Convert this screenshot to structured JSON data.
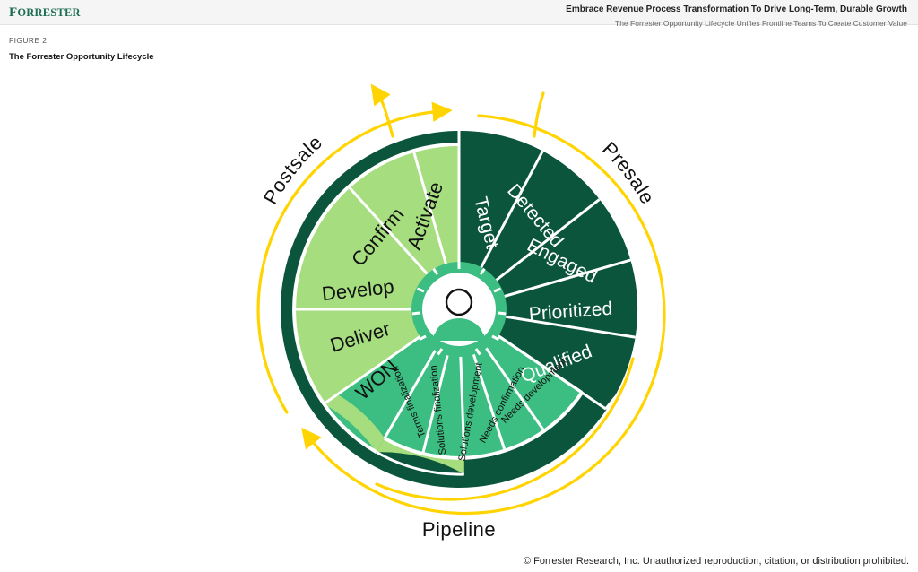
{
  "header": {
    "logo_text": "FORRESTER",
    "report_title": "Embrace Revenue Process Transformation To Drive Long-Term, Durable Growth",
    "report_subtitle": "The Forrester Opportunity Lifecycle Unifies Frontline Teams To Create Customer Value"
  },
  "figure": {
    "number": "FIGURE 2",
    "title": "The Forrester Opportunity Lifecycle"
  },
  "footer": {
    "copyright": "© Forrester Research, Inc. Unauthorized reproduction, citation, or distribution prohibited."
  },
  "colors": {
    "dark_green": "#0c553d",
    "mid_green": "#3cbe82",
    "light_green": "#a5dd7f",
    "yellow": "#ffd400",
    "white": "#ffffff",
    "brand_green": "#1d6f53",
    "header_bg": "#f5f5f5"
  },
  "chart_data": {
    "type": "pie",
    "title": "The Forrester Opportunity Lifecycle",
    "center_icon": "person-icon",
    "bands": [
      {
        "id": "presale",
        "label": "Presale",
        "color": "#0c553d",
        "arc_deg": [
          -90,
          90
        ],
        "text_color": "#ffffff"
      },
      {
        "id": "pipeline",
        "label": "Pipeline",
        "color": "#3cbe82",
        "arc_deg": [
          90,
          205
        ],
        "text_color": "#111111"
      },
      {
        "id": "postsale",
        "label": "Postsale",
        "color": "#a5dd7f",
        "arc_deg": [
          205,
          270
        ],
        "text_color": "#111111"
      }
    ],
    "segments": [
      {
        "label": "Target",
        "band": "presale",
        "color": "#0c553d",
        "text_color": "#ffffff",
        "order": 1
      },
      {
        "label": "Detected",
        "band": "presale",
        "color": "#0c553d",
        "text_color": "#ffffff",
        "order": 2
      },
      {
        "label": "Engaged",
        "band": "presale",
        "color": "#0c553d",
        "text_color": "#ffffff",
        "order": 3
      },
      {
        "label": "Prioritized",
        "band": "presale",
        "color": "#0c553d",
        "text_color": "#ffffff",
        "order": 4
      },
      {
        "label": "Qualified",
        "band": "presale",
        "color": "#0c553d",
        "text_color": "#ffffff",
        "order": 5
      },
      {
        "label": "Needs development",
        "band": "pipeline",
        "color": "#3cbe82",
        "text_color": "#111111",
        "order": 6
      },
      {
        "label": "Needs confirmation",
        "band": "pipeline",
        "color": "#3cbe82",
        "text_color": "#111111",
        "order": 7
      },
      {
        "label": "Solutions development",
        "band": "pipeline",
        "color": "#3cbe82",
        "text_color": "#111111",
        "order": 8
      },
      {
        "label": "Solutions finalization",
        "band": "pipeline",
        "color": "#3cbe82",
        "text_color": "#111111",
        "order": 9
      },
      {
        "label": "Terms finalization",
        "band": "pipeline",
        "color": "#3cbe82",
        "text_color": "#111111",
        "order": 10
      },
      {
        "label": "WON",
        "band": "pipeline",
        "color": "#3cbe82",
        "text_color": "#111111",
        "order": 11
      },
      {
        "label": "Deliver",
        "band": "postsale",
        "color": "#a5dd7f",
        "text_color": "#111111",
        "order": 12
      },
      {
        "label": "Develop",
        "band": "postsale",
        "color": "#a5dd7f",
        "text_color": "#111111",
        "order": 13
      },
      {
        "label": "Confirm",
        "band": "postsale",
        "color": "#a5dd7f",
        "text_color": "#111111",
        "order": 14
      },
      {
        "label": "Activate",
        "band": "postsale",
        "color": "#a5dd7f",
        "text_color": "#111111",
        "order": 15
      }
    ],
    "flow_arrows": [
      {
        "id": "outer-cycle-arrow",
        "color": "#ffd400",
        "direction": "clockwise"
      },
      {
        "id": "pipeline-arc-arrow",
        "color": "#ffd400",
        "direction": "counter-clockwise"
      },
      {
        "id": "restart-hook-arrow",
        "color": "#ffd400",
        "direction": "up-left"
      },
      {
        "id": "entry-hook-arrow",
        "color": "#ffd400",
        "direction": "down-right"
      }
    ]
  }
}
